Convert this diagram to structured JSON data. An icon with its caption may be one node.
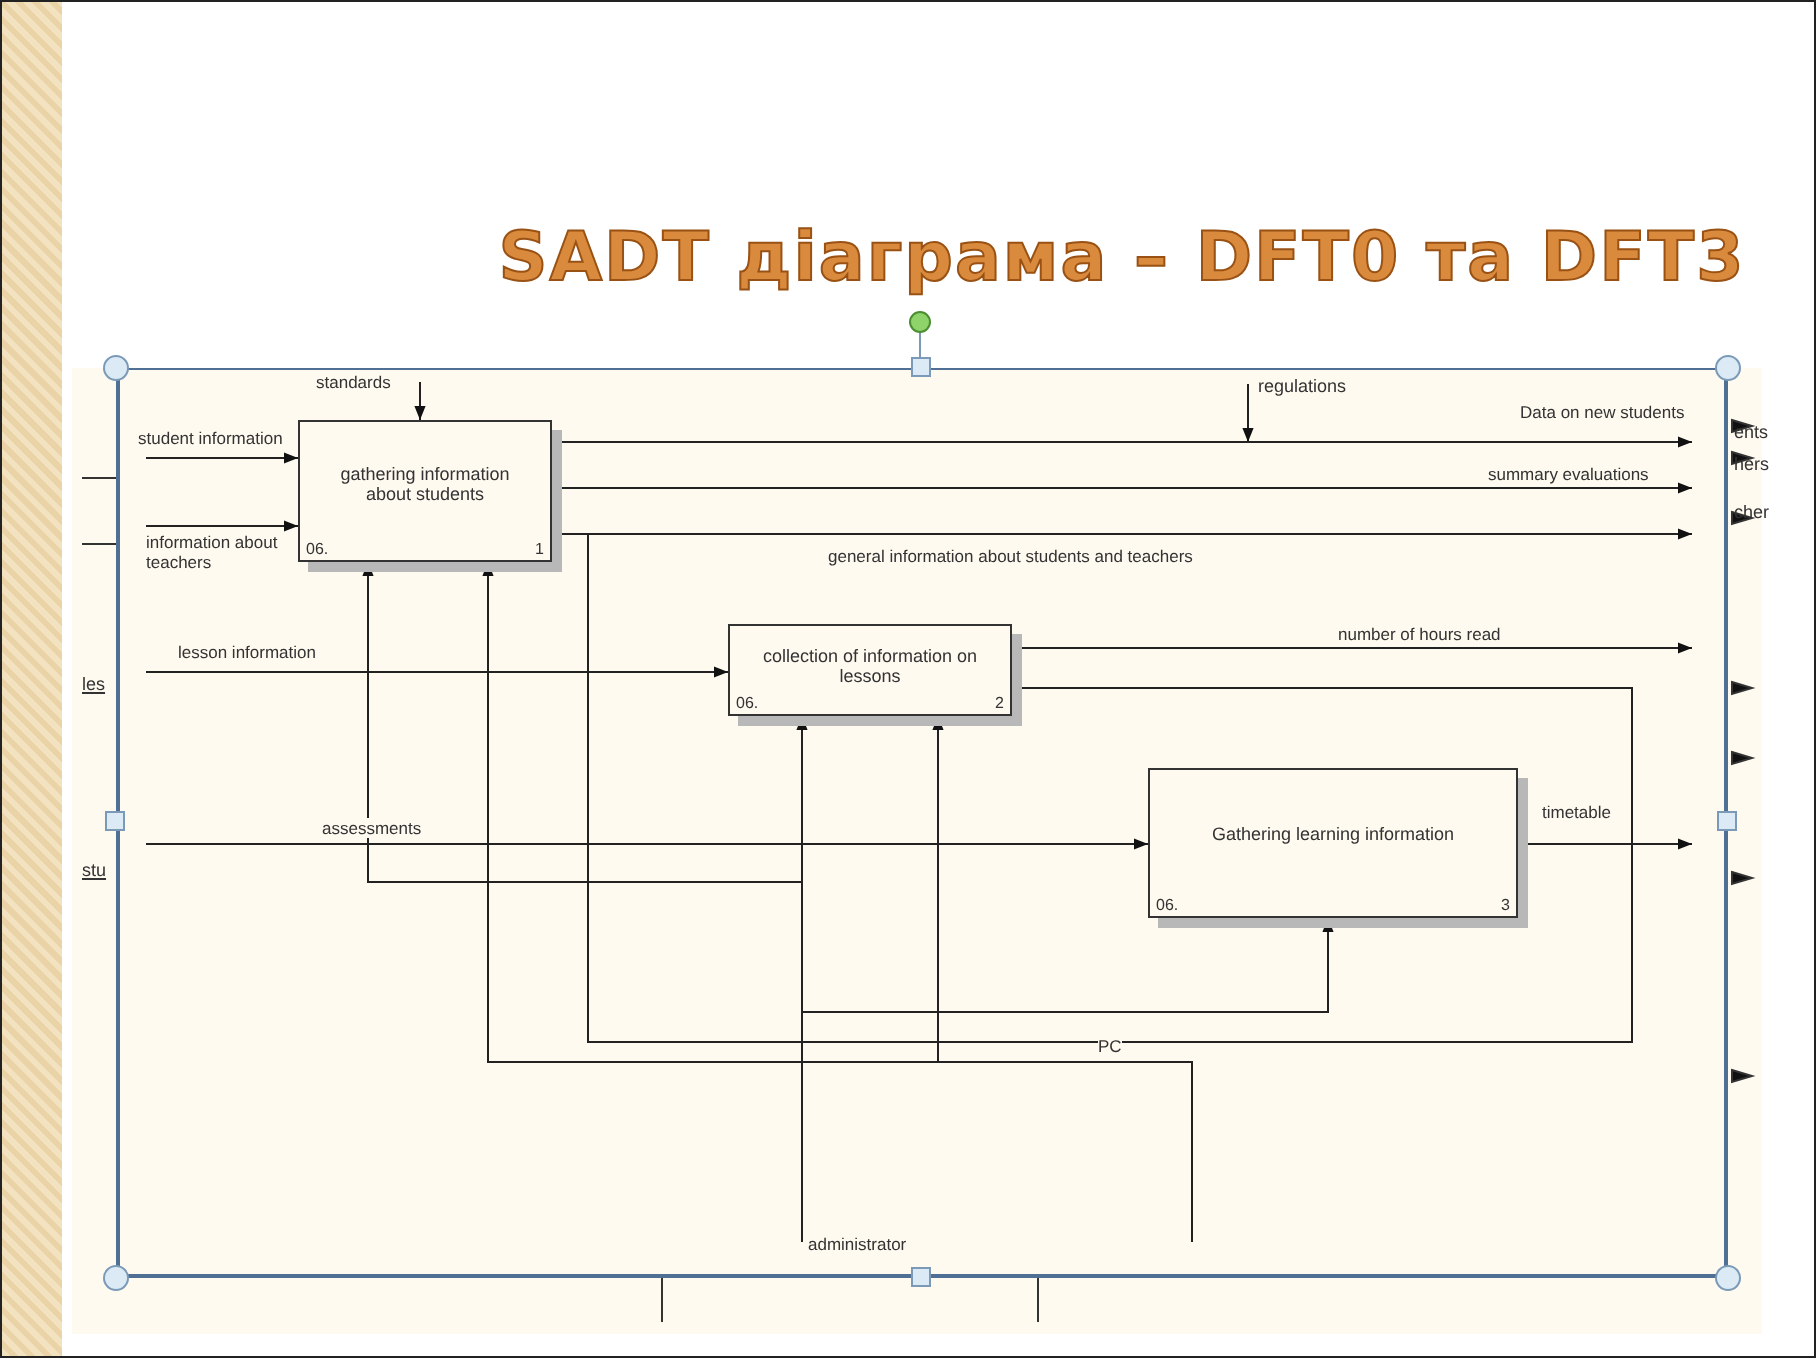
{
  "diagram": {
    "title": "SADT діаграма – DFT0 та DFT3",
    "nodes": [
      {
        "text": [
          "gathering information about students",
          "06.",
          "1"
        ]
      },
      {
        "text": [
          "collection of information on lessons",
          "06.",
          "2"
        ]
      },
      {
        "text": [
          "Gathering learning information",
          "06.",
          "3"
        ]
      }
    ],
    "edges": [
      {
        "from": null,
        "to": 0,
        "arrow": "to",
        "label": "student information"
      },
      {
        "from": null,
        "to": 0,
        "arrow": "to",
        "label": "information about teachers"
      },
      {
        "from": null,
        "to": 0,
        "arrow": "to",
        "label": "standards"
      },
      {
        "from": null,
        "to": 1,
        "arrow": "to",
        "label": "lesson information"
      },
      {
        "from": null,
        "to": 2,
        "arrow": "to",
        "label": "assessments"
      },
      {
        "from": 0,
        "to": null,
        "arrow": "to",
        "label": "Data on new students"
      },
      {
        "from": 0,
        "to": null,
        "arrow": "to",
        "label": "summary evaluations"
      },
      {
        "from": 0,
        "to": null,
        "arrow": "to",
        "label": "general information about students and teachers"
      },
      {
        "from": 1,
        "to": null,
        "arrow": "to",
        "label": "number of hours read"
      },
      {
        "from": 1,
        "to": null,
        "arrow": "none"
      },
      {
        "from": null,
        "to": 1,
        "arrow": "to",
        "label": "administrator"
      },
      {
        "from": null,
        "to": 0,
        "arrow": "to"
      },
      {
        "from": null,
        "to": 2,
        "arrow": "to"
      },
      {
        "from": null,
        "to": 0,
        "arrow": "to",
        "label": "PC"
      },
      {
        "from": null,
        "to": 1,
        "arrow": "to"
      },
      {
        "from": 2,
        "to": null,
        "arrow": "to",
        "label": "timetable"
      }
    ],
    "labels": [
      "regulations",
      "les",
      "stu",
      "ents",
      "hers",
      "cher"
    ]
  }
}
